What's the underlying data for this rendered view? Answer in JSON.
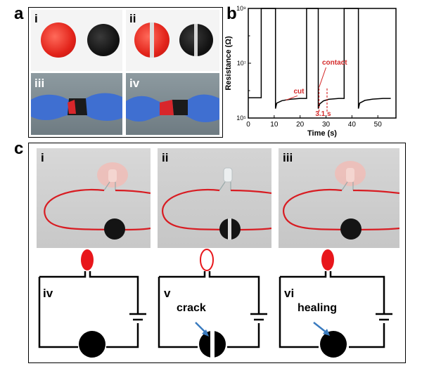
{
  "panel_a": {
    "letter": "a",
    "labels": [
      "i",
      "ii",
      "iii",
      "iv"
    ]
  },
  "panel_b": {
    "letter": "b",
    "annotations": {
      "contact": "contact",
      "cut": "cut",
      "time": "3.1 s"
    },
    "colors": {
      "annotation": "#d42a2a",
      "trace": "#000000"
    }
  },
  "panel_c": {
    "letter": "c",
    "photo_labels": [
      "i",
      "ii",
      "iii"
    ],
    "circuit_labels": [
      "iv",
      "v",
      "vi"
    ],
    "annotations": {
      "crack": "crack",
      "healing": "healing"
    },
    "colors": {
      "led_on": "#e8161b",
      "wire_red": "#d81c22",
      "arrow": "#3a7bbf"
    }
  },
  "chart_data": {
    "type": "line",
    "xlabel": "Time (s)",
    "ylabel": "Resistance (Ω)",
    "xlim": [
      0,
      57
    ],
    "ylim": [
      100000,
      1000000000
    ],
    "yscale": "log",
    "xticks": [
      0,
      10,
      20,
      30,
      40,
      50
    ],
    "xtick_labels": [
      "0",
      "10",
      "20",
      "30",
      "40",
      "50"
    ],
    "yticks": [
      100000,
      10000000,
      1000000000
    ],
    "ytick_labels": [
      "10⁵",
      "10⁷",
      "10⁹"
    ],
    "series": [
      {
        "x": [
          0,
          5,
          5,
          10.5,
          10.5,
          11,
          13,
          16,
          20,
          22.5,
          22.5,
          27,
          27,
          27.6,
          29,
          31,
          35,
          37,
          37,
          42.5,
          42.5,
          43,
          45,
          48,
          52,
          55
        ],
        "y": [
          550000,
          550000,
          1000000000,
          1000000000,
          220000,
          350000,
          430000,
          480000,
          520000,
          520000,
          1000000000,
          1000000000,
          220000,
          330000,
          420000,
          480000,
          520000,
          520000,
          1000000000,
          1000000000,
          220000,
          350000,
          440000,
          490000,
          520000,
          520000
        ]
      }
    ],
    "annotations": [
      {
        "text": "contact",
        "x": 28,
        "y": 10000000
      },
      {
        "text": "cut",
        "x": 21,
        "y": 850000
      },
      {
        "text": "3.1 s",
        "x": 29,
        "y": 220000
      }
    ],
    "grid": false
  }
}
